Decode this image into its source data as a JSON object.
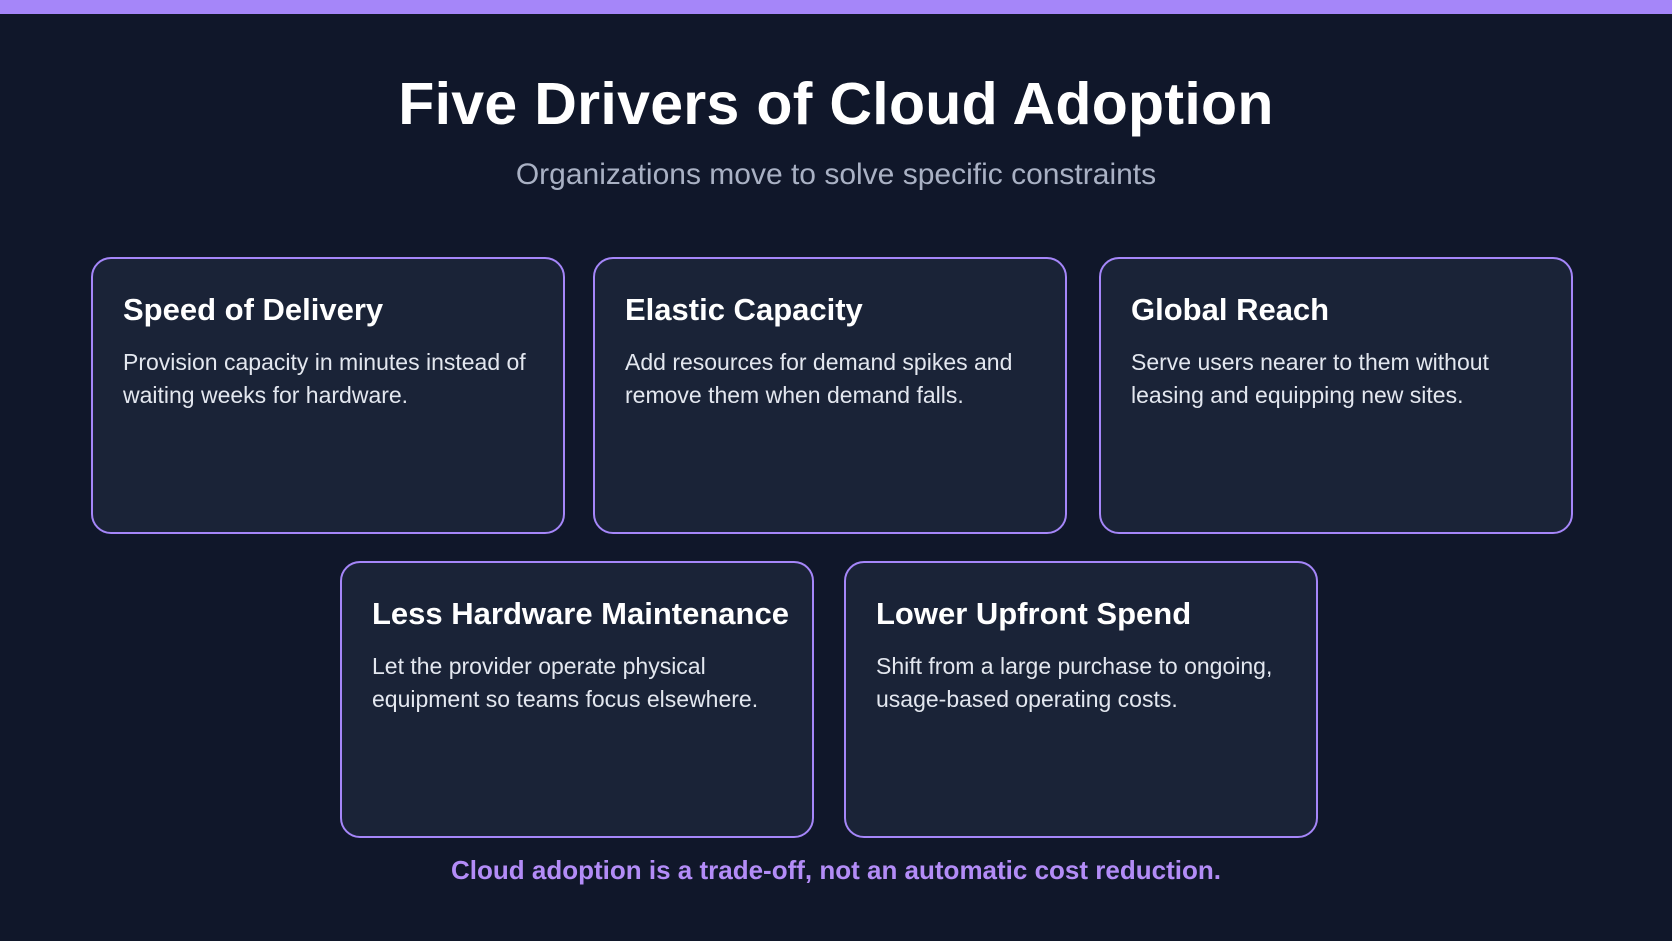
{
  "colors": {
    "background": "#10172a",
    "accent": "#a586f9",
    "card_background": "#1a2337",
    "subtitle": "#a9b1c4",
    "footer": "#b38cf7"
  },
  "header": {
    "title": "Five Drivers of Cloud Adoption",
    "subtitle": "Organizations move to solve specific constraints"
  },
  "cards": [
    {
      "title": "Speed of Delivery",
      "body": "Provision capacity in minutes instead of waiting weeks for hardware."
    },
    {
      "title": "Elastic Capacity",
      "body": "Add resources for demand spikes and remove them when demand falls."
    },
    {
      "title": "Global Reach",
      "body": "Serve users nearer to them without leasing and equipping new sites."
    },
    {
      "title": "Less Hardware Maintenance",
      "body": "Let the provider operate physical equipment so teams focus elsewhere."
    },
    {
      "title": "Lower Upfront Spend",
      "body": "Shift from a large purchase to ongoing, usage-based operating costs."
    }
  ],
  "footer": {
    "text": "Cloud adoption is a trade-off, not an automatic cost reduction."
  }
}
